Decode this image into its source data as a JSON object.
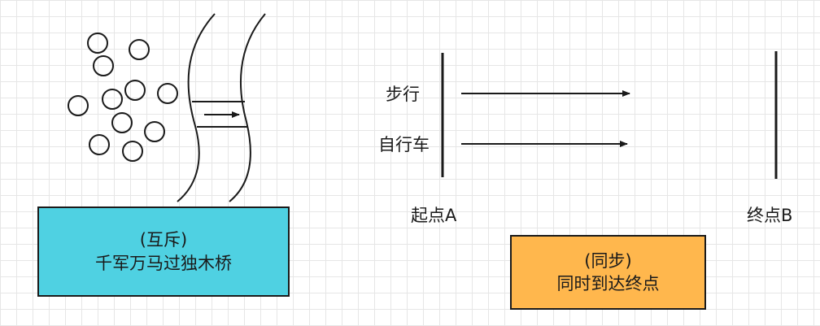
{
  "mutex": {
    "title": "(互斥)",
    "caption": "千军万马过独木桥",
    "fill_color": "#4fd1e2"
  },
  "sync": {
    "title": "(同步)",
    "caption": "同时到达终点",
    "fill_color": "#ffb74d"
  },
  "lanes": [
    {
      "label": "步行"
    },
    {
      "label": "自行车"
    }
  ],
  "start_label": "起点A",
  "end_label": "终点B"
}
